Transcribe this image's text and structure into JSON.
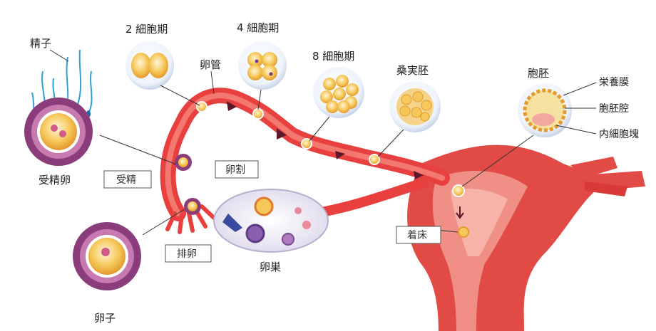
{
  "labels": {
    "sperm": "精子",
    "fertilized_egg": "受精卵",
    "egg": "卵子",
    "ovary": "卵巣",
    "oviduct": "卵管",
    "stage_2cell": "2 細胞期",
    "stage_4cell": "4 細胞期",
    "stage_8cell": "8 細胞期",
    "morula": "桑実胚",
    "blastocyst": "胞胚",
    "trophoblast": "栄養膜",
    "blastocoel": "胞胚腔",
    "inner_cell_mass": "内細胞塊"
  },
  "boxes": {
    "fertilization": "受精",
    "cleavage": "卵割",
    "ovulation": "排卵",
    "implantation": "着床"
  },
  "colors": {
    "tube": "#e8403e",
    "tube_light": "#f27870",
    "uterus": "#e24a45",
    "uterus_inner": "#f08f86",
    "egg_outer": "#8a3d7a",
    "cell_yellow": "#f6c85a",
    "sperm": "#2f9fd8"
  }
}
